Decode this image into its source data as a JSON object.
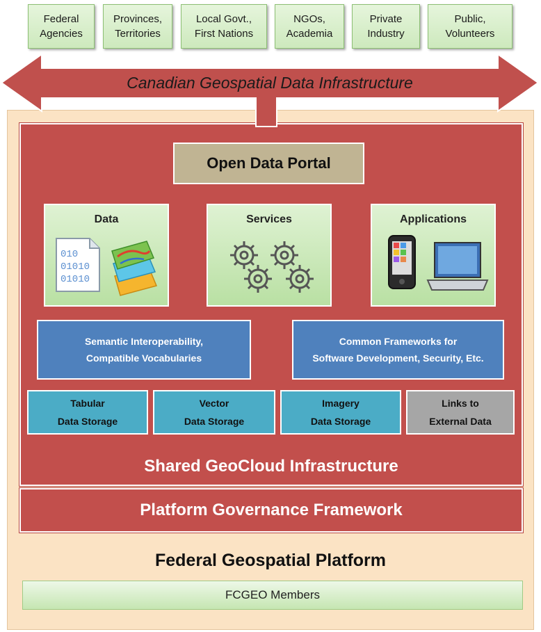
{
  "stakeholders": [
    "Federal\nAgencies",
    "Provinces,\nTerritories",
    "Local Govt.,\nFirst Nations",
    "NGOs,\nAcademia",
    "Private\nIndustry",
    "Public,\nVolunteers"
  ],
  "cgdi_label": "Canadian Geospatial Data Infrastructure",
  "portal_label": "Open Data Portal",
  "components": {
    "data": "Data",
    "services": "Services",
    "applications": "Applications",
    "binary_lines": [
      "010",
      "01010",
      "01010"
    ]
  },
  "interop": {
    "semantic": "Semantic Interoperability,\nCompatible Vocabularies",
    "frameworks": "Common Frameworks for\nSoftware Development, Security, Etc."
  },
  "storage": [
    "Tabular\nData Storage",
    "Vector\nData Storage",
    "Imagery\nData Storage",
    "Links to\nExternal Data"
  ],
  "shared_label": "Shared GeoCloud Infrastructure",
  "governance_label": "Platform Governance Framework",
  "platform_label": "Federal Geospatial Platform",
  "members_label": "FCGEO Members",
  "colors": {
    "arrow": "#c0504d",
    "frame": "#fbe3c4",
    "blue": "#4f81bd",
    "teal": "#4bacc6",
    "green": "#c6e6b2",
    "portal": "#c0b493"
  }
}
